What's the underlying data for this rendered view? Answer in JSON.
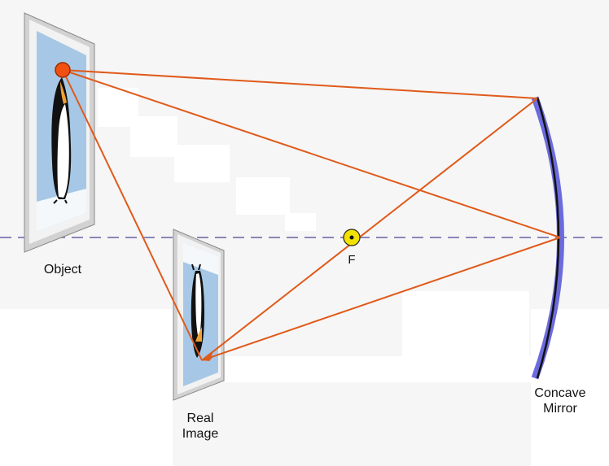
{
  "labels": {
    "object": "Object",
    "real_image_line1": "Real",
    "real_image_line2": "Image",
    "focal_point": "F",
    "mirror_line1": "Concave",
    "mirror_line2": "Mirror"
  },
  "colors": {
    "ray": "#e05a1a",
    "object_dot": "#f05010",
    "mirror": "#6b6bde",
    "axis": "#8a86b8",
    "focal_fill": "#f2e200",
    "sky": "#a6c8e6",
    "frame": "#d2d2d2"
  }
}
